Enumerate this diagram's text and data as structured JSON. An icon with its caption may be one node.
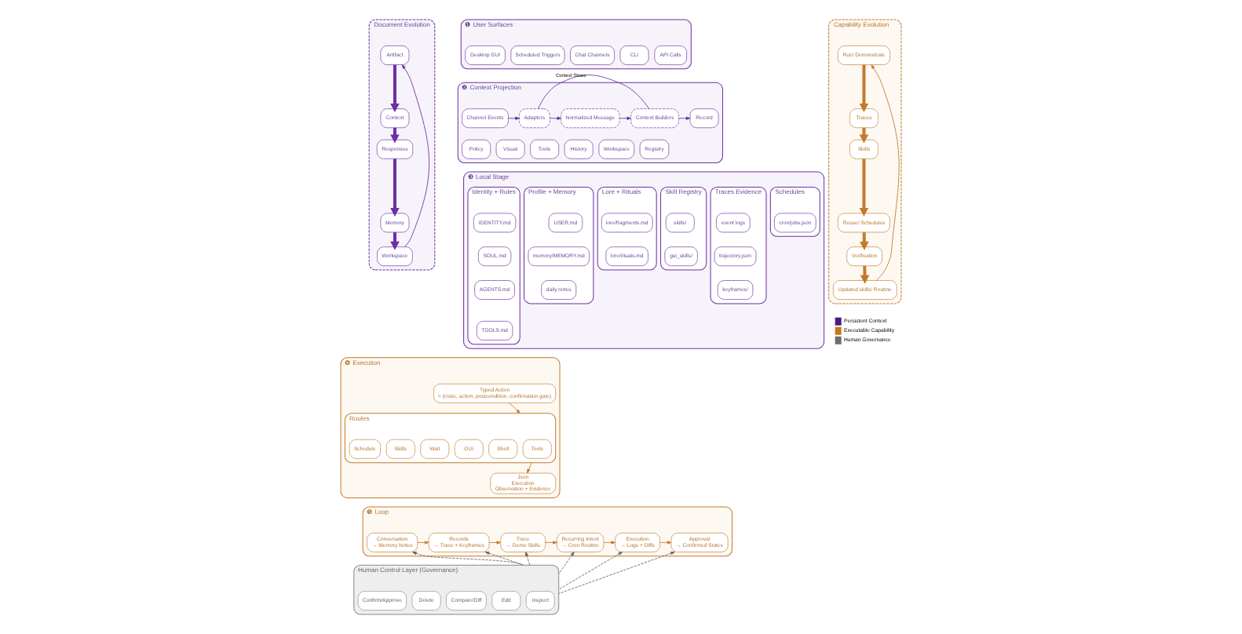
{
  "diagram": {
    "nodes": [
      {
        "text": [
          "Document Evolution"
        ]
      },
      {
        "text": [
          "Artifact"
        ],
        "in": 0
      },
      {
        "text": [
          "Context"
        ],
        "in": 0
      },
      {
        "text": [
          "Responses"
        ],
        "in": 0
      },
      {
        "text": [
          "Memory"
        ],
        "in": 0
      },
      {
        "text": [
          "Workspace"
        ],
        "in": 0
      },
      {
        "text": [
          "❶ User Surfaces"
        ]
      },
      {
        "text": [
          "API Calls"
        ],
        "in": 6
      },
      {
        "text": [
          "CLI"
        ],
        "in": 6
      },
      {
        "text": [
          "Chat Channels"
        ],
        "in": 6
      },
      {
        "text": [
          "Scheduled Triggers"
        ],
        "in": 6
      },
      {
        "text": [
          "Desktop GUI"
        ],
        "in": 6
      },
      {
        "text": [
          "❷ Context Projection"
        ]
      },
      {
        "text": [
          "Channel Events"
        ],
        "in": 12
      },
      {
        "text": [
          "Adapters"
        ],
        "in": 12
      },
      {
        "text": [
          "Normalized Message"
        ],
        "in": 12
      },
      {
        "text": [
          "Context Builders"
        ],
        "in": 12
      },
      {
        "text": [
          "Record"
        ],
        "in": 12
      },
      {
        "text": [
          "Workspace"
        ],
        "in": 12
      },
      {
        "text": [
          "History"
        ],
        "in": 12
      },
      {
        "text": [
          "Registry"
        ],
        "in": 12
      },
      {
        "text": [
          "Tools"
        ],
        "in": 12
      },
      {
        "text": [
          "Visual"
        ],
        "in": 12
      },
      {
        "text": [
          "Policy"
        ],
        "in": 12
      },
      {
        "text": [
          "❸ Local Stage"
        ]
      },
      {
        "text": [
          "Identity + Rules"
        ],
        "in": 24
      },
      {
        "text": [
          "IDENTITY.md"
        ],
        "in": 25
      },
      {
        "text": [
          "SOUL.md"
        ],
        "in": 25
      },
      {
        "text": [
          "AGENTS.md"
        ],
        "in": 25
      },
      {
        "text": [
          "TOOLS.md"
        ],
        "in": 25
      },
      {
        "text": [
          "Profile + Memory"
        ],
        "in": 24
      },
      {
        "text": [
          "USER.md"
        ],
        "in": 30
      },
      {
        "text": [
          "memory/MEMORY.md"
        ],
        "in": 30
      },
      {
        "text": [
          "daily notes"
        ],
        "in": 30
      },
      {
        "text": [
          "Lore + Rituals"
        ],
        "in": 24
      },
      {
        "text": [
          "lore/fragments.md"
        ],
        "in": 34
      },
      {
        "text": [
          "lore/rituals.md"
        ],
        "in": 34
      },
      {
        "text": [
          "Skill Registry"
        ],
        "in": 24
      },
      {
        "text": [
          "skills/"
        ],
        "in": 37
      },
      {
        "text": [
          "gui_skills/"
        ],
        "in": 37
      },
      {
        "text": [
          "Traces Evidence"
        ],
        "in": 24
      },
      {
        "text": [
          "event logs"
        ],
        "in": 40
      },
      {
        "text": [
          "trajectory.json"
        ],
        "in": 40
      },
      {
        "text": [
          "keyframes/"
        ],
        "in": 40
      },
      {
        "text": [
          "Schedules"
        ],
        "in": 24
      },
      {
        "text": [
          "cron/jobs.json"
        ],
        "in": 44
      },
      {
        "text": [
          "❹ Execution"
        ]
      },
      {
        "text": [
          "Typed Action",
          "= (route, action, postcondition, confirmation gate)"
        ],
        "in": 46
      },
      {
        "text": [
          "Routes"
        ],
        "in": 46
      },
      {
        "text": [
          "Tools"
        ],
        "in": 48
      },
      {
        "text": [
          "Shell"
        ],
        "in": 48
      },
      {
        "text": [
          "GUI"
        ],
        "in": 48
      },
      {
        "text": [
          "Wait"
        ],
        "in": 48
      },
      {
        "text": [
          "Skills"
        ],
        "in": 48
      },
      {
        "text": [
          "Schedule"
        ],
        "in": 48
      },
      {
        "text": [
          "Json",
          "Execution",
          "Observation + Evidence"
        ],
        "in": 46
      },
      {
        "text": [
          "❺ Loop"
        ]
      },
      {
        "text": [
          "Conversation",
          "→ Memory Notes"
        ],
        "in": 56
      },
      {
        "text": [
          "Records",
          "→ Trace + Keyframes"
        ],
        "in": 56
      },
      {
        "text": [
          "Trace",
          "→ Demo Skills"
        ],
        "in": 56
      },
      {
        "text": [
          "Recurring Intent",
          "→ Cron Routine"
        ],
        "in": 56
      },
      {
        "text": [
          "Execution",
          "→ Logs + Diffs"
        ],
        "in": 56
      },
      {
        "text": [
          "Approval",
          "→ Confirmed States"
        ],
        "in": 56
      },
      {
        "text": [
          "Human Control Layer (Governance)"
        ]
      },
      {
        "text": [
          "Inspect"
        ],
        "in": 63
      },
      {
        "text": [
          "Edit"
        ],
        "in": 63
      },
      {
        "text": [
          "Compare/Diff"
        ],
        "in": 63
      },
      {
        "text": [
          "Delete"
        ],
        "in": 63
      },
      {
        "text": [
          "Confirm/Approve"
        ],
        "in": 63
      },
      {
        "text": [
          "Capability Evolution"
        ]
      },
      {
        "text": [
          "Run/ Demonstrate"
        ],
        "in": 69
      },
      {
        "text": [
          "Traces"
        ],
        "in": 69
      },
      {
        "text": [
          "Skills"
        ],
        "in": 69
      },
      {
        "text": [
          "Reuse/ Schedules"
        ],
        "in": 69
      },
      {
        "text": [
          "Verification"
        ],
        "in": 69
      },
      {
        "text": [
          "Updated skills/ Routine"
        ],
        "in": 69
      }
    ],
    "edges": [
      {
        "from": 1,
        "to": 2,
        "arrow": "to",
        "style": "thick",
        "color": "#6b2fa3"
      },
      {
        "from": 2,
        "to": 3,
        "arrow": "to",
        "style": "thick",
        "color": "#6b2fa3"
      },
      {
        "from": 3,
        "to": 4,
        "arrow": "to",
        "style": "thick",
        "color": "#6b2fa3"
      },
      {
        "from": 4,
        "to": 5,
        "arrow": "to",
        "style": "thick",
        "color": "#6b2fa3"
      },
      {
        "from": 5,
        "to": 1,
        "arrow": "to",
        "color": "#6b2fa3"
      },
      {
        "from": 13,
        "to": 14,
        "arrow": "to",
        "color": "#6b2fa3"
      },
      {
        "from": 14,
        "to": 15,
        "arrow": "to",
        "color": "#6b2fa3"
      },
      {
        "from": 15,
        "to": 16,
        "arrow": "to",
        "color": "#6b2fa3"
      },
      {
        "from": 16,
        "to": 17,
        "arrow": "to",
        "color": "#6b2fa3"
      },
      {
        "from": 14,
        "to": 16,
        "arrow": "none",
        "label": "Context Slices",
        "color": "#6b2fa3"
      },
      {
        "from": 47,
        "to": 48,
        "arrow": "to"
      },
      {
        "from": 48,
        "to": 55,
        "arrow": "to"
      },
      {
        "from": 57,
        "to": 58,
        "arrow": "to"
      },
      {
        "from": 58,
        "to": 59,
        "arrow": "to"
      },
      {
        "from": 59,
        "to": 60,
        "arrow": "to"
      },
      {
        "from": 60,
        "to": 61,
        "arrow": "to"
      },
      {
        "from": 61,
        "to": 62,
        "arrow": "to"
      },
      {
        "from": 63,
        "to": 57,
        "arrow": "to",
        "style": "dashed",
        "color": "#666666"
      },
      {
        "from": 63,
        "to": 58,
        "arrow": "to",
        "style": "dashed",
        "color": "#666666"
      },
      {
        "from": 63,
        "to": 59,
        "arrow": "to",
        "style": "dashed",
        "color": "#666666"
      },
      {
        "from": 63,
        "to": 60,
        "arrow": "to",
        "style": "dashed",
        "color": "#666666"
      },
      {
        "from": 63,
        "to": 61,
        "arrow": "to",
        "style": "dashed",
        "color": "#666666"
      },
      {
        "from": 63,
        "to": 62,
        "arrow": "to",
        "style": "dashed",
        "color": "#666666"
      },
      {
        "from": 70,
        "to": 71,
        "arrow": "to",
        "style": "thick"
      },
      {
        "from": 71,
        "to": 72,
        "arrow": "to",
        "style": "thick"
      },
      {
        "from": 72,
        "to": 73,
        "arrow": "to",
        "style": "thick"
      },
      {
        "from": 73,
        "to": 74,
        "arrow": "to",
        "style": "thick"
      },
      {
        "from": 74,
        "to": 75,
        "arrow": "to",
        "style": "thick"
      },
      {
        "from": 75,
        "to": 70,
        "arrow": "to"
      }
    ],
    "legend": [
      {
        "text": "Persistent Context",
        "color": "#4b1a86"
      },
      {
        "text": "Executable Capability",
        "color": "#c8781a"
      },
      {
        "text": "Human Governance",
        "color": "#6e6e6e"
      }
    ]
  }
}
